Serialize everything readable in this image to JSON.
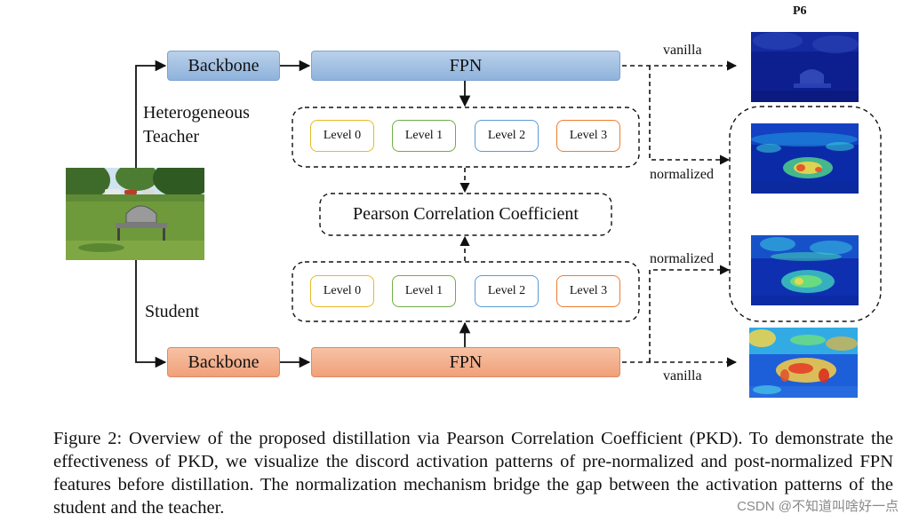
{
  "figure": {
    "p6_label": "P6",
    "teacher_label_line1": "Heterogeneous",
    "teacher_label_line2": "Teacher",
    "student_label": "Student",
    "backbone_label": "Backbone",
    "fpn_label": "FPN",
    "levels": [
      "Level 0",
      "Level 1",
      "Level 2",
      "Level 3"
    ],
    "level_colors": [
      "#e8b923",
      "#70ad47",
      "#5b9bd5",
      "#ed7d31"
    ],
    "pcc_label": "Pearson Correlation Coefficient",
    "vanilla_label": "vanilla",
    "normalized_label": "normalized",
    "teacher_color": "#8fb3dc",
    "student_color": "#f0a07a"
  },
  "caption": {
    "text": "Figure 2: Overview of the proposed distillation via Pearson Correlation Coefficient (PKD). To demonstrate the effectiveness of PKD, we visualize the discord activation patterns of pre-normalized and post-normalized FPN features before distillation. The normalization mechanism bridge the gap between the activation patterns of the student and the teacher."
  },
  "watermark": "CSDN @不知道叫啥好一点"
}
